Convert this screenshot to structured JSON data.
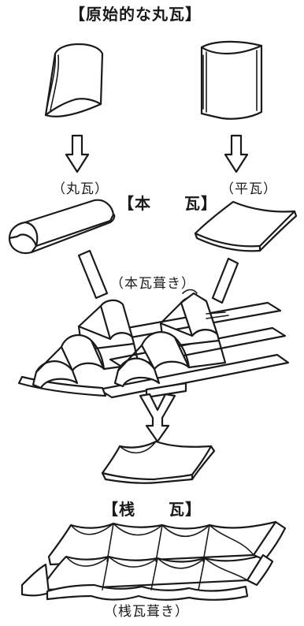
{
  "labels": {
    "primitive_title": "【原始的な丸瓦】",
    "round_tile": "（丸瓦）",
    "flat_tile": "（平瓦）",
    "hongawara_title": "【本　　瓦】",
    "hongawara_roofing": "（本瓦葺き）",
    "sangawara_title": "【桟　　瓦】",
    "sangawara_roofing": "（桟瓦葺き）"
  }
}
